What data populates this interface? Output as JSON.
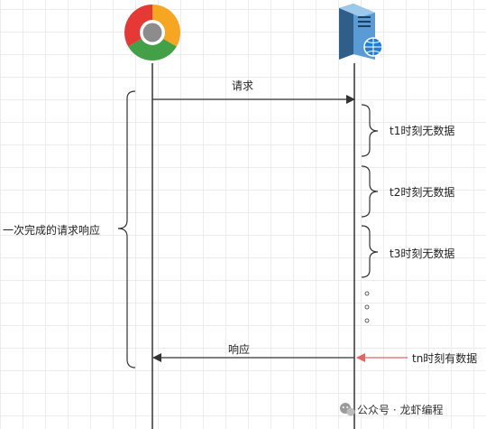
{
  "labels": {
    "request": "请求",
    "response": "响应",
    "whole": "一次完成的请求响应",
    "t1": "t1时刻无数据",
    "t2": "t2时刻无数据",
    "t3": "t3时刻无数据",
    "tn": "tn时刻有数据"
  },
  "icons": {
    "client": "chrome-browser-icon",
    "server": "server-globe-icon"
  },
  "watermark": {
    "text": "公众号 · 龙虾编程"
  },
  "colors": {
    "line": "#333333",
    "highlight_arrow": "#e06666"
  }
}
